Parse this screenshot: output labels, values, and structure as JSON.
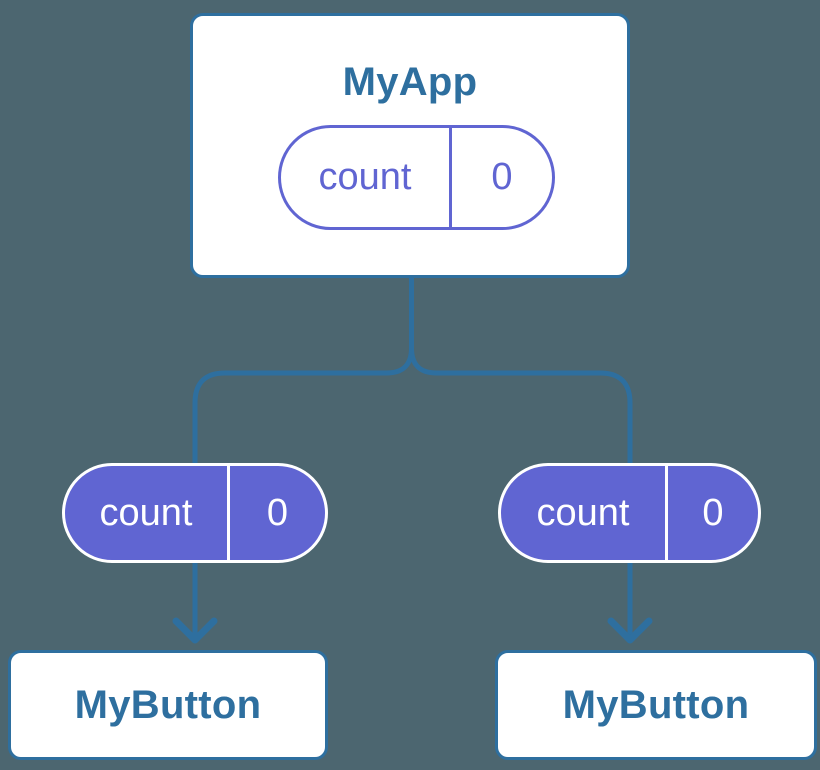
{
  "palette": {
    "background": "#4c6670",
    "card_fill": "#ffffff",
    "line_blue": "#2e6f9f",
    "title_blue": "#2e6f9f",
    "pill_purple": "#6065d2",
    "pill_text_light": "#ffffff"
  },
  "diagram": {
    "root": {
      "title": "MyApp",
      "state": {
        "label": "count",
        "value": "0"
      }
    },
    "children": [
      {
        "title": "MyButton",
        "state": {
          "label": "count",
          "value": "0"
        }
      },
      {
        "title": "MyButton",
        "state": {
          "label": "count",
          "value": "0"
        }
      }
    ]
  }
}
